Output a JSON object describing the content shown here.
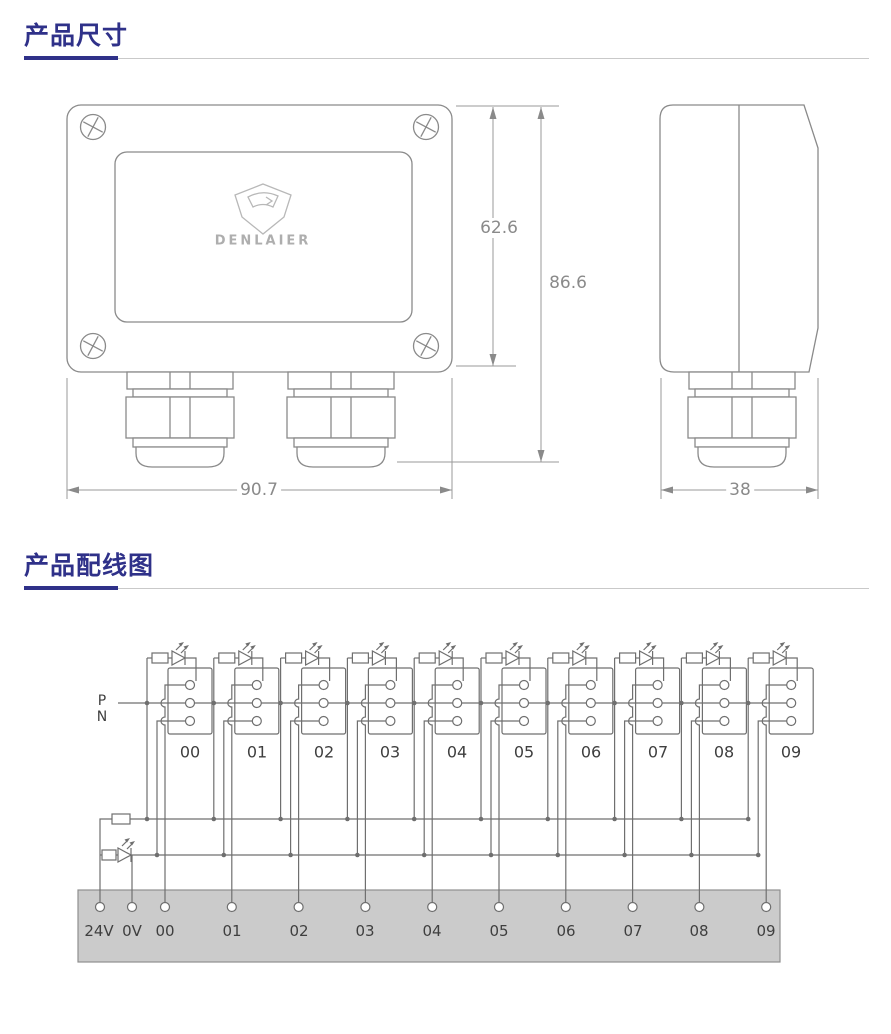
{
  "sections": [
    {
      "title": "产品尺寸"
    },
    {
      "title": "产品配线图"
    }
  ],
  "logo": {
    "brand": "DENLAIER"
  },
  "dimension_labels": {
    "lid_height": "62.6",
    "total_height": "86.6",
    "front_width": "90.7",
    "side_depth": "38"
  },
  "wiring": {
    "p_label": "P",
    "n_label": "N",
    "units": [
      {
        "label": "00"
      },
      {
        "label": "01"
      },
      {
        "label": "02"
      },
      {
        "label": "03"
      },
      {
        "label": "04"
      },
      {
        "label": "05"
      },
      {
        "label": "06"
      },
      {
        "label": "07"
      },
      {
        "label": "08"
      },
      {
        "label": "09"
      }
    ],
    "terminals": [
      {
        "label": "24V"
      },
      {
        "label": "0V"
      },
      {
        "label": "00"
      },
      {
        "label": "01"
      },
      {
        "label": "02"
      },
      {
        "label": "03"
      },
      {
        "label": "04"
      },
      {
        "label": "05"
      },
      {
        "label": "06"
      },
      {
        "label": "07"
      },
      {
        "label": "08"
      },
      {
        "label": "09"
      }
    ]
  },
  "colors": {
    "accent": "#2f3189",
    "drawing_line": "#8a8a8a",
    "wiring_line": "#6f6f6f",
    "strip_fill": "#cbcbcb"
  }
}
